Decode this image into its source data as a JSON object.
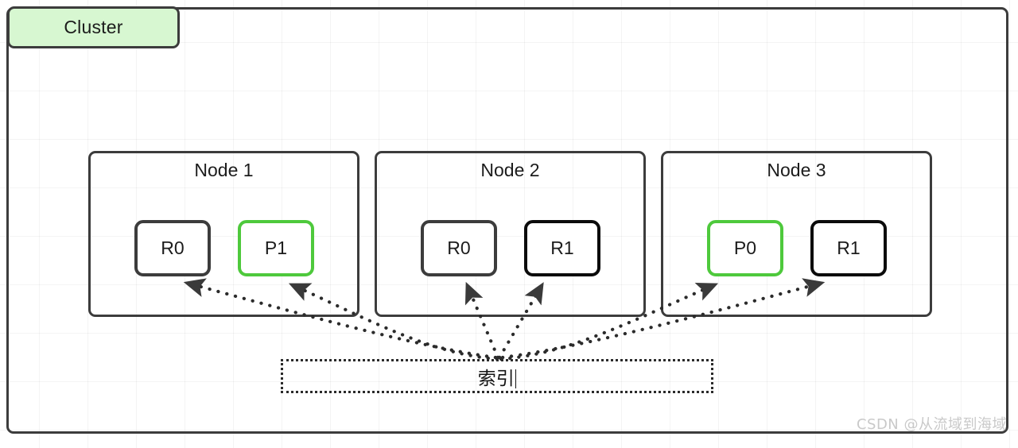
{
  "diagram": {
    "cluster": {
      "label": "Cluster",
      "fill_color": "#d7f7d1",
      "border_color": "#3c3c3c"
    },
    "nodes": [
      {
        "title": "Node 1",
        "shards": [
          {
            "label": "R0",
            "kind": "replica",
            "border_color": "#3c3c3c"
          },
          {
            "label": "P1",
            "kind": "primary",
            "border_color": "#4ec93c"
          }
        ]
      },
      {
        "title": "Node 2",
        "shards": [
          {
            "label": "R0",
            "kind": "replica",
            "border_color": "#3c3c3c"
          },
          {
            "label": "R1",
            "kind": "replica",
            "border_color": "#0b0b0b"
          }
        ]
      },
      {
        "title": "Node 3",
        "shards": [
          {
            "label": "P0",
            "kind": "primary",
            "border_color": "#4ec93c"
          },
          {
            "label": "R1",
            "kind": "replica",
            "border_color": "#0b0b0b"
          }
        ]
      }
    ],
    "index": {
      "label": "索引",
      "border_style": "dotted",
      "border_color": "#2a2a2a"
    },
    "connections": {
      "style": "dotted-arrow",
      "origin": "index",
      "targets": [
        "Node 1 / R0",
        "Node 1 / P1",
        "Node 2 / R0",
        "Node 2 / R1",
        "Node 3 / P0",
        "Node 3 / R1"
      ]
    }
  },
  "watermark": {
    "text": "CSDN @从流域到海域",
    "color": "#c9c9c9"
  }
}
